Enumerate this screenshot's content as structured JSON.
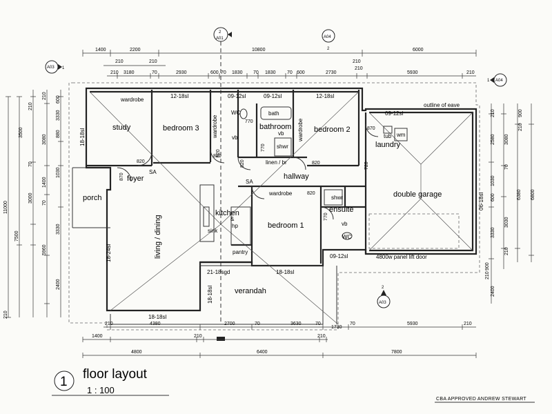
{
  "title": "floor layout",
  "drawing_number": "1",
  "scale": "1 : 100",
  "approval_stamp": "CBA APPROVED ANDREW STEWART",
  "rooms": {
    "study": "study",
    "bedroom3": "bedroom 3",
    "bathroom": "bathroom",
    "bedroom2": "bedroom 2",
    "laundry": "laundry",
    "foyer": "foyer",
    "hallway": "hallway",
    "porch": "porch",
    "kitchen": "kitchen",
    "living": "living / dining",
    "bedroom1": "bedroom 1",
    "ensuite": "ensuite",
    "pantry": "pantry",
    "verandah": "verandah",
    "garage": "double garage"
  },
  "labels": {
    "wardrobe": "wardrobe",
    "wc": "WC",
    "bath": "bath",
    "shwr": "shwr",
    "vb": "vb",
    "linen": "linen / br",
    "tub": "tub",
    "wm": "wm",
    "sa": "SA",
    "sink": "sink",
    "amp": "&",
    "hp": "hp",
    "eave": "outline of eave",
    "panel_door": "4800w panel lift door"
  },
  "windows": {
    "w1": "12-18sl",
    "w2": "09-12sl",
    "w3": "09-12sl",
    "w4": "12-18sl",
    "w5": "09-12sl",
    "w6": "18-18sl",
    "w7": "18-24sl",
    "w8": "21-18sgd",
    "w9": "18-18sl",
    "w10": "18-18sl",
    "w11": "18-18sl",
    "w12": "09-12sl",
    "w13": "06-18sl"
  },
  "doors": {
    "d1": "820",
    "d2": "820",
    "d3": "770",
    "d4": "770",
    "d5": "820",
    "d6": "820",
    "d7": "870",
    "d8": "870",
    "d9": "820",
    "d10": "770",
    "d11": "820",
    "d12": "720"
  },
  "section_markers": {
    "a01": "A01",
    "a01n": "2",
    "a04t": "A04",
    "a04tn": "2",
    "a03l": "A03",
    "a03ln": "1",
    "a04r": "A04",
    "a04rn": "1",
    "a03b": "A03",
    "a03bn": "2"
  },
  "dims_top": {
    "r1a": "1400",
    "r1b": "2200",
    "r1c": "10800",
    "r1d": "6000",
    "r2a": "210",
    "r2b": "210",
    "r2c": "210",
    "r3a": "210",
    "r3b": "3180",
    "r3c": "70",
    "r3d": "2930",
    "r3e": "600",
    "r3f": "70",
    "r3g": "1830",
    "r3h": "70",
    "r3i": "1830",
    "r3j": "70",
    "r3k": "600",
    "r3l": "2730",
    "r3m": "210",
    "r3n": "5930",
    "r3o": "210"
  },
  "dims_bottom": {
    "r1a": "210",
    "r1b": "4380",
    "r1c": "2700",
    "r1d": "70",
    "r1e": "3630",
    "r1f": "70",
    "r1g": "1730",
    "r1h": "70",
    "r1i": "5930",
    "r1j": "210",
    "r2a": "1400",
    "r2b": "210",
    "r2c": "210",
    "r3a": "4800",
    "r3b": "6400",
    "r3c": "7800"
  },
  "dims_left": {
    "a": "11000",
    "b": "7500",
    "c": "3500",
    "d": "3000",
    "e": "5960",
    "f": "2400",
    "g": "210",
    "h": "3080",
    "i": "1400",
    "j": "3330",
    "k": "70",
    "l": "1030",
    "m": "880",
    "n": "3330",
    "o": "210",
    "p": "210",
    "q": "600",
    "r": "70"
  },
  "dims_right": {
    "a": "6800",
    "b": "6380",
    "c": "3080",
    "d": "2580",
    "e": "3330",
    "f": "3030",
    "g": "1030",
    "h": "900",
    "i": "2400",
    "j": "900",
    "k": "210",
    "l": "210",
    "m": "70",
    "n": "600",
    "o": "210",
    "p": "210"
  }
}
